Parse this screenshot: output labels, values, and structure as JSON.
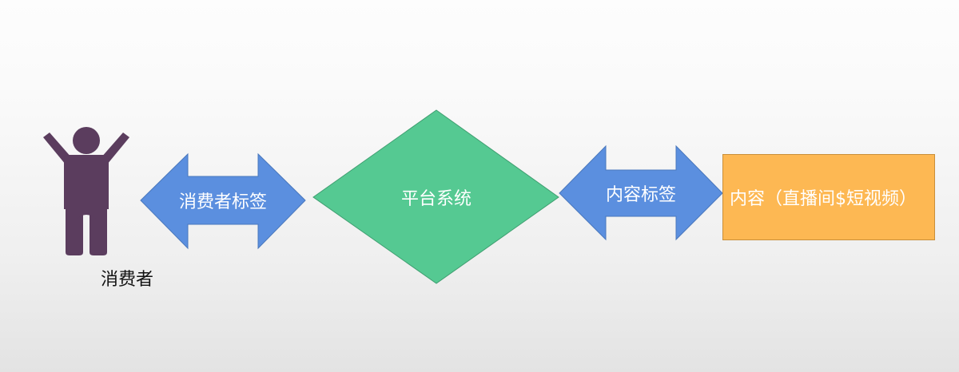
{
  "diagram": {
    "consumer": {
      "label": "消费者",
      "icon": "person-icon",
      "color": "#5b3d5e"
    },
    "consumer_tag_arrow": {
      "label": "消费者标签",
      "color": "#5b8fdf",
      "stroke": "#4a78bd"
    },
    "platform": {
      "label": "平台系统",
      "color": "#55c992",
      "stroke": "#3f9e70"
    },
    "content_tag_arrow": {
      "label": "内容标签",
      "color": "#5b8fdf",
      "stroke": "#4a78bd"
    },
    "content": {
      "label": "内容（直播间$短视频）",
      "color": "#fdb853",
      "stroke": "#c98f3a"
    }
  }
}
